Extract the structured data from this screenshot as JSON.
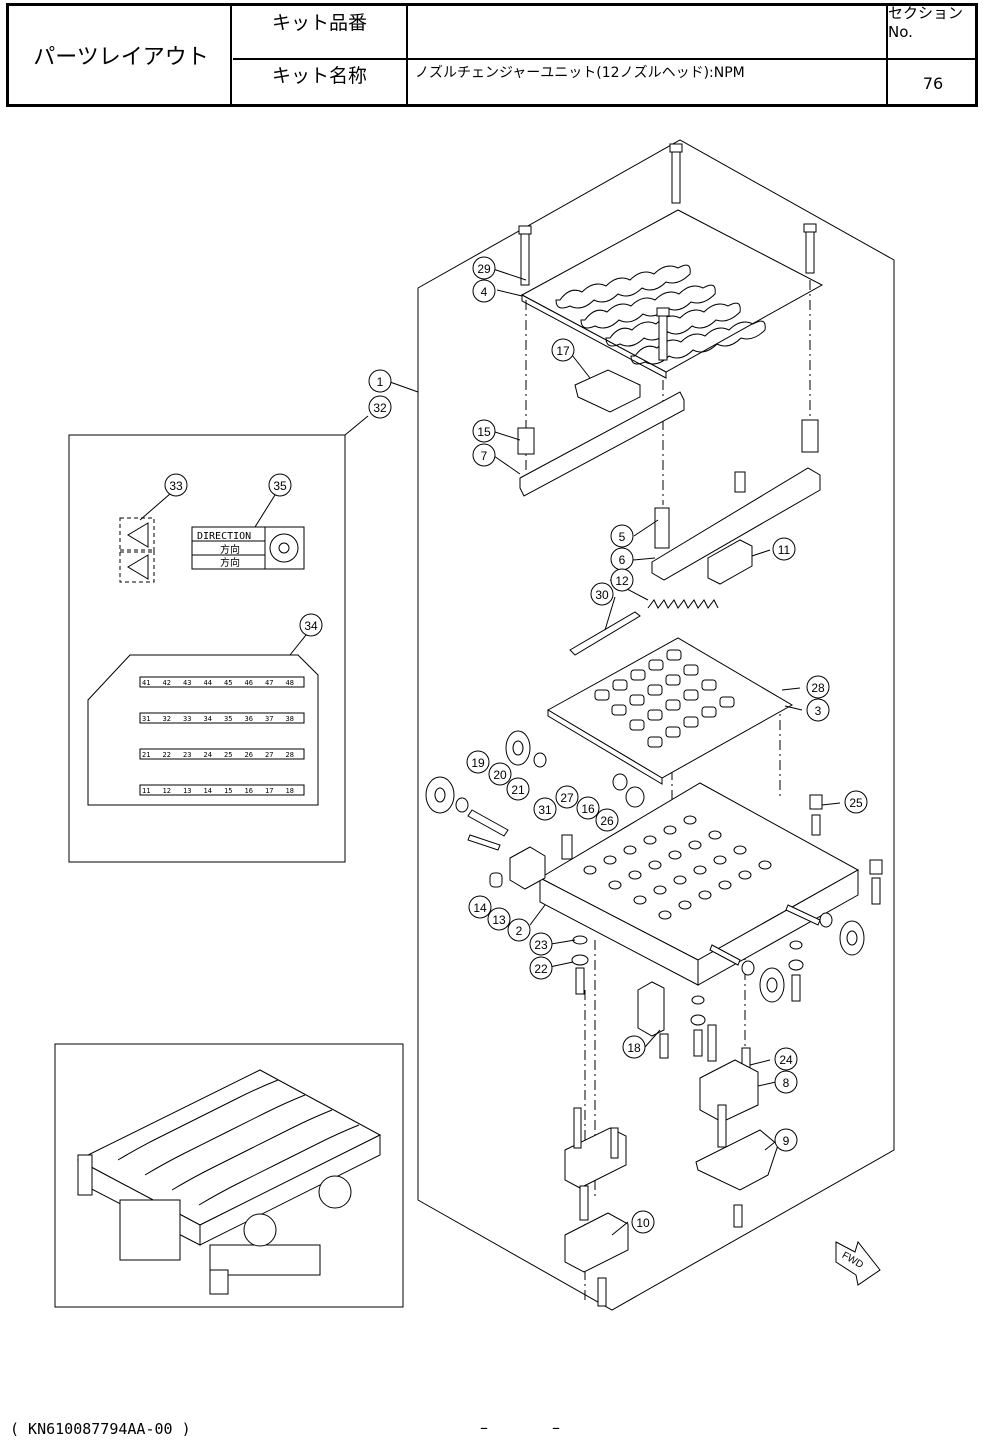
{
  "header": {
    "title": "パーツレイアウト",
    "kit_number_label": "キット品番",
    "kit_number_value": "",
    "kit_name_label": "キット名称",
    "kit_name_value": "ノズルチェンジャーユニット(12ノズルヘッド):NPM",
    "section_label": "セクションNo.",
    "section_value": "76"
  },
  "label_35": {
    "direction": "DIRECTION",
    "jp1": "方向",
    "jp2": "方向"
  },
  "strips": [
    [
      "41",
      "42",
      "43",
      "44",
      "45",
      "46",
      "47",
      "48"
    ],
    [
      "31",
      "32",
      "33",
      "34",
      "35",
      "36",
      "37",
      "38"
    ],
    [
      "21",
      "22",
      "23",
      "24",
      "25",
      "26",
      "27",
      "28"
    ],
    [
      "11",
      "12",
      "13",
      "14",
      "15",
      "16",
      "17",
      "18"
    ]
  ],
  "balloons": [
    "1",
    "2",
    "3",
    "4",
    "5",
    "6",
    "7",
    "8",
    "9",
    "10",
    "11",
    "12",
    "13",
    "14",
    "15",
    "16",
    "17",
    "18",
    "19",
    "20",
    "21",
    "22",
    "23",
    "24",
    "25",
    "26",
    "27",
    "28",
    "29",
    "30",
    "31",
    "32",
    "33",
    "34",
    "35"
  ],
  "fwd_label": "FWD",
  "footer": {
    "doc_code": "( KN610087794AA-00 )",
    "dash1": "–",
    "dash2": "–"
  }
}
